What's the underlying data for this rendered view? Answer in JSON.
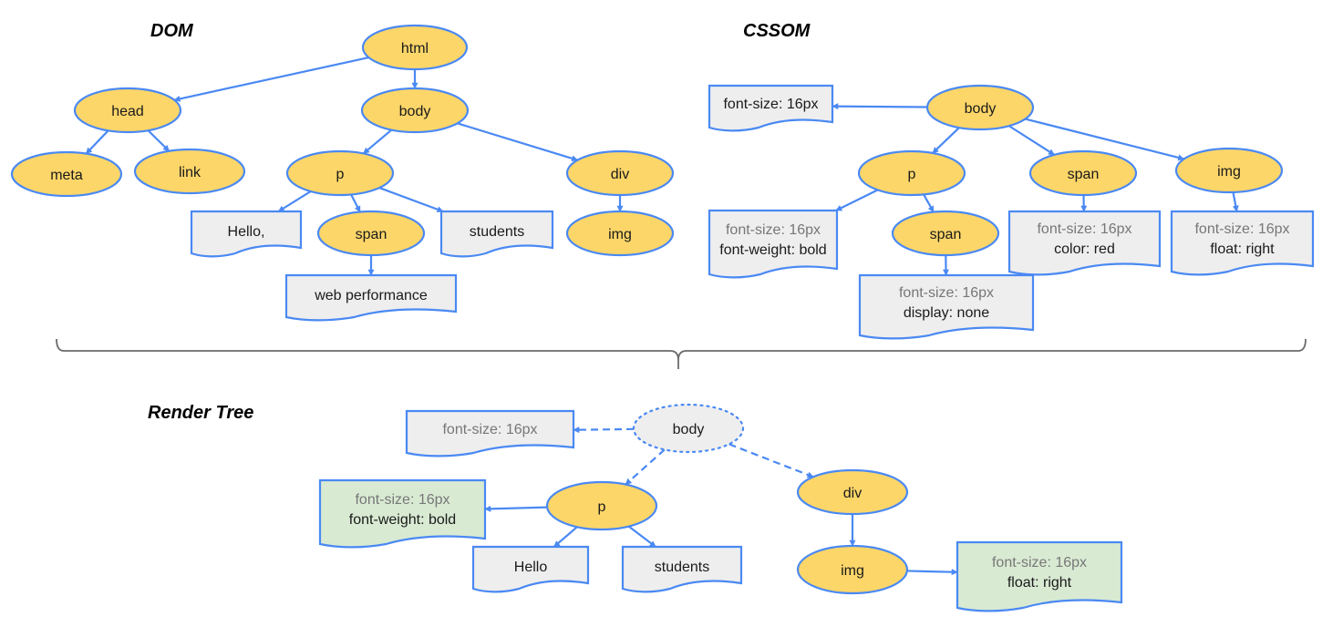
{
  "colors": {
    "element_fill": "#fcd669",
    "element_stroke": "#4a89f3",
    "text_fill": "#eeeeee",
    "applied_fill": "#d9ead3",
    "edge": "#4a89f3",
    "brace": "#6b6b6b",
    "inherited_text": "#777777",
    "own_text": "#1a1a1a"
  },
  "sections": {
    "dom": "DOM",
    "cssom": "CSSOM",
    "render": "Render Tree"
  },
  "dom": {
    "nodes": [
      {
        "id": "html",
        "kind": "element",
        "label": "html"
      },
      {
        "id": "head",
        "kind": "element",
        "label": "head"
      },
      {
        "id": "body",
        "kind": "element",
        "label": "body"
      },
      {
        "id": "meta",
        "kind": "element",
        "label": "meta"
      },
      {
        "id": "link",
        "kind": "element",
        "label": "link"
      },
      {
        "id": "p",
        "kind": "element",
        "label": "p"
      },
      {
        "id": "div",
        "kind": "element",
        "label": "div"
      },
      {
        "id": "hello",
        "kind": "text",
        "label": "Hello,"
      },
      {
        "id": "span",
        "kind": "element",
        "label": "span"
      },
      {
        "id": "students",
        "kind": "text",
        "label": "students"
      },
      {
        "id": "img",
        "kind": "element",
        "label": "img"
      },
      {
        "id": "webperf",
        "kind": "text",
        "label": "web performance"
      }
    ],
    "edges": [
      [
        "html",
        "head"
      ],
      [
        "html",
        "body"
      ],
      [
        "head",
        "meta"
      ],
      [
        "head",
        "link"
      ],
      [
        "body",
        "p"
      ],
      [
        "body",
        "div"
      ],
      [
        "p",
        "hello"
      ],
      [
        "p",
        "span"
      ],
      [
        "p",
        "students"
      ],
      [
        "div",
        "img"
      ],
      [
        "span",
        "webperf"
      ]
    ]
  },
  "cssom": {
    "nodes": [
      {
        "id": "body",
        "kind": "element",
        "label": "body"
      },
      {
        "id": "body_style",
        "kind": "style",
        "lines": [
          {
            "text": "font-size: 16px",
            "inherited": false
          }
        ]
      },
      {
        "id": "p",
        "kind": "element",
        "label": "p"
      },
      {
        "id": "span",
        "kind": "element",
        "label": "span"
      },
      {
        "id": "img",
        "kind": "element",
        "label": "img"
      },
      {
        "id": "p_style",
        "kind": "style",
        "lines": [
          {
            "text": "font-size: 16px",
            "inherited": true
          },
          {
            "text": "font-weight: bold",
            "inherited": false
          }
        ]
      },
      {
        "id": "p_span",
        "kind": "element",
        "label": "span"
      },
      {
        "id": "span_style",
        "kind": "style",
        "lines": [
          {
            "text": "font-size: 16px",
            "inherited": true
          },
          {
            "text": "color: red",
            "inherited": false
          }
        ]
      },
      {
        "id": "img_style",
        "kind": "style",
        "lines": [
          {
            "text": "font-size: 16px",
            "inherited": true
          },
          {
            "text": "float: right",
            "inherited": false
          }
        ]
      },
      {
        "id": "p_span_style",
        "kind": "style",
        "lines": [
          {
            "text": "font-size: 16px",
            "inherited": true
          },
          {
            "text": "display: none",
            "inherited": false
          }
        ]
      }
    ],
    "edges": [
      [
        "body",
        "body_style"
      ],
      [
        "body",
        "p"
      ],
      [
        "body",
        "span"
      ],
      [
        "body",
        "img"
      ],
      [
        "p",
        "p_style"
      ],
      [
        "p",
        "p_span"
      ],
      [
        "span",
        "span_style"
      ],
      [
        "img",
        "img_style"
      ],
      [
        "p_span",
        "p_span_style"
      ]
    ]
  },
  "render": {
    "nodes": [
      {
        "id": "body",
        "kind": "virtual",
        "label": "body"
      },
      {
        "id": "body_style",
        "kind": "style",
        "lines": [
          {
            "text": "font-size: 16px",
            "inherited": true
          }
        ]
      },
      {
        "id": "p",
        "kind": "element",
        "label": "p"
      },
      {
        "id": "div",
        "kind": "element",
        "label": "div"
      },
      {
        "id": "p_style",
        "kind": "applied",
        "lines": [
          {
            "text": "font-size: 16px",
            "inherited": true
          },
          {
            "text": "font-weight: bold",
            "inherited": false
          }
        ]
      },
      {
        "id": "hello",
        "kind": "text",
        "label": "Hello"
      },
      {
        "id": "students",
        "kind": "text",
        "label": "students"
      },
      {
        "id": "img",
        "kind": "element",
        "label": "img"
      },
      {
        "id": "img_style",
        "kind": "applied",
        "lines": [
          {
            "text": "font-size: 16px",
            "inherited": true
          },
          {
            "text": "float: right",
            "inherited": false
          }
        ]
      }
    ],
    "edges": [
      {
        "from": "body",
        "to": "body_style",
        "dashed": true
      },
      {
        "from": "body",
        "to": "p",
        "dashed": true
      },
      {
        "from": "body",
        "to": "div",
        "dashed": true
      },
      {
        "from": "p",
        "to": "p_style",
        "dashed": false
      },
      {
        "from": "p",
        "to": "hello",
        "dashed": false
      },
      {
        "from": "p",
        "to": "students",
        "dashed": false
      },
      {
        "from": "div",
        "to": "img",
        "dashed": false
      },
      {
        "from": "img",
        "to": "img_style",
        "dashed": false
      }
    ]
  }
}
